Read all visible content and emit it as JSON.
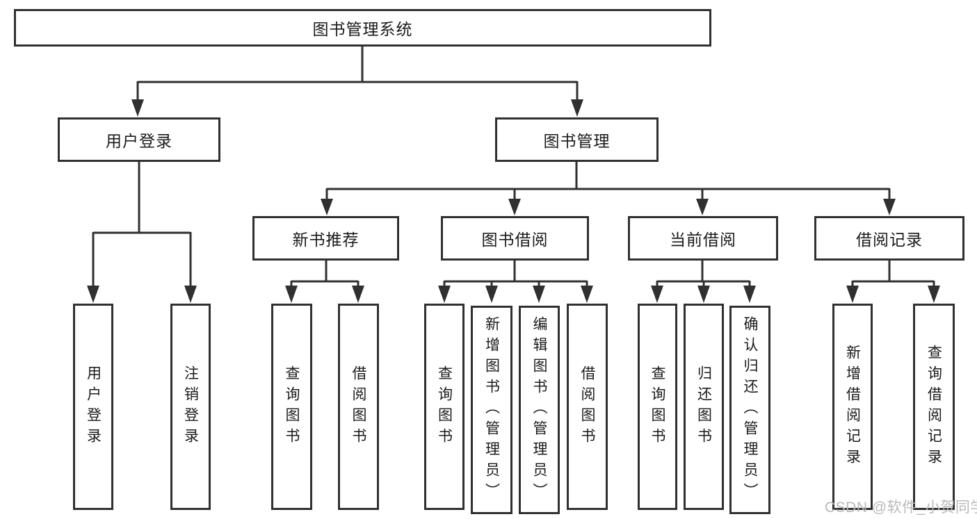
{
  "diagram": {
    "root": {
      "label": "图书管理系统"
    },
    "level2": [
      {
        "label": "用户登录"
      },
      {
        "label": "图书管理"
      }
    ],
    "level3": [
      {
        "label": "新书推荐"
      },
      {
        "label": "图书借阅"
      },
      {
        "label": "当前借阅"
      },
      {
        "label": "借阅记录"
      }
    ],
    "leaves": {
      "user_login": [
        "用户登录",
        "注销登录"
      ],
      "new_book": [
        "查询图书",
        "借阅图书"
      ],
      "book_borrow": [
        "查询图书",
        "新增图书（管理员）",
        "编辑图书（管理员）",
        "借阅图书"
      ],
      "current_borrow": [
        "查询图书",
        "归还图书",
        "确认归还（管理员）"
      ],
      "borrow_record": [
        "新增借阅记录",
        "查询借阅记录"
      ]
    }
  },
  "watermark": {
    "text": "CSDN @软件_小贺同学"
  },
  "colors": {
    "line": "#303030",
    "text": "#1a1a1a",
    "background": "#ffffff",
    "watermark": "#b9b9b9"
  }
}
